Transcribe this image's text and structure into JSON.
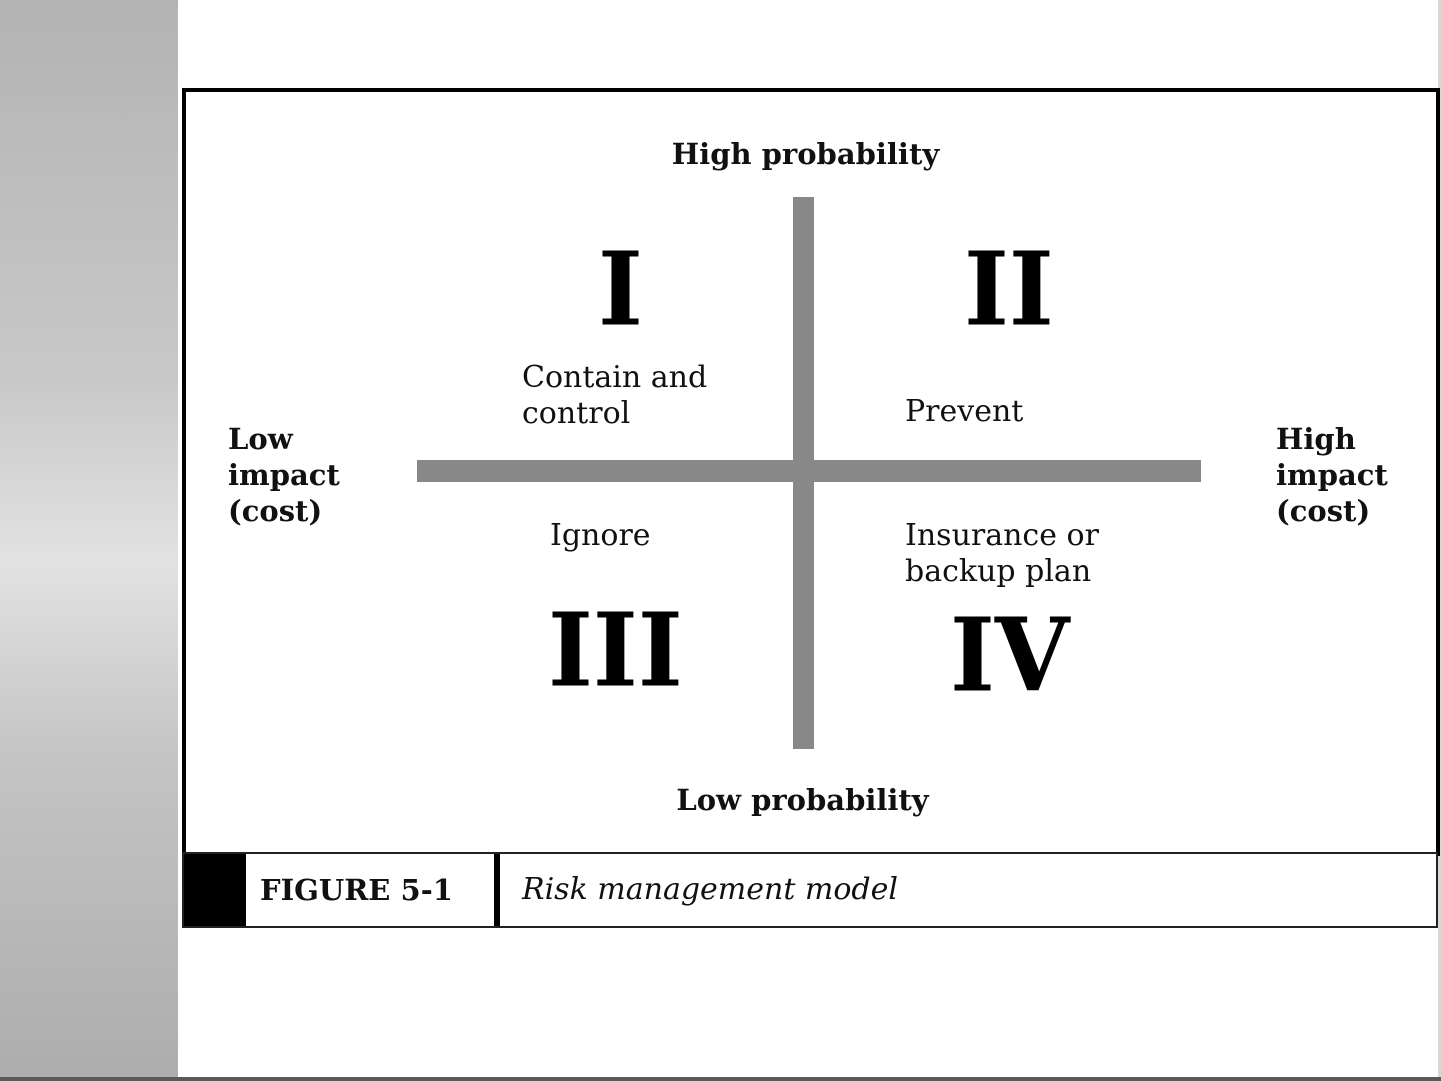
{
  "diagram": {
    "axis_labels": {
      "top": "High probability",
      "bottom": "Low probability",
      "left": [
        "Low",
        "impact",
        "(cost)"
      ],
      "right": [
        "High",
        "impact",
        "(cost)"
      ]
    },
    "quadrants": [
      {
        "numeral": "I",
        "lines": [
          "Contain and",
          "control"
        ]
      },
      {
        "numeral": "II",
        "lines": [
          "Prevent"
        ]
      },
      {
        "numeral": "III",
        "lines": [
          "Ignore"
        ]
      },
      {
        "numeral": "IV",
        "lines": [
          "Insurance or",
          "backup plan"
        ]
      }
    ],
    "colors": {
      "axis": "#888888",
      "frame": "#000000",
      "side_band": "#c4c4c4"
    }
  },
  "caption": {
    "number": "FIGURE 5-1",
    "title": "Risk management model"
  }
}
